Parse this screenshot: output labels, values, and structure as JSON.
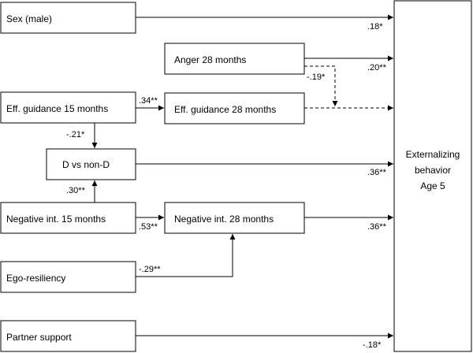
{
  "boxes": {
    "sex": "Sex (male)",
    "anger": "Anger 28 months",
    "eff15": "Eff. guidance 15 months",
    "eff28": "Eff. guidance 28 months",
    "dvsnond": "D vs non-D",
    "neg15": "Negative int. 15 months",
    "neg28": "Negative int. 28 months",
    "ego": "Ego-resiliency",
    "partner": "Partner support",
    "outcome": {
      "line1": "Externalizing",
      "line2": "behavior",
      "line3": "Age 5"
    }
  },
  "coefficients": {
    "sex_ext": ".18*",
    "anger_ext": ".20**",
    "anger_eff28": "-.19*",
    "eff15_eff28": ".34**",
    "eff15_d": "-.21*",
    "d_ext": ".36**",
    "neg15_d": ".30**",
    "neg15_neg28": ".53**",
    "neg28_ext": ".36**",
    "ego_neg28": "-.29**",
    "partner_ext": "-.18*"
  }
}
